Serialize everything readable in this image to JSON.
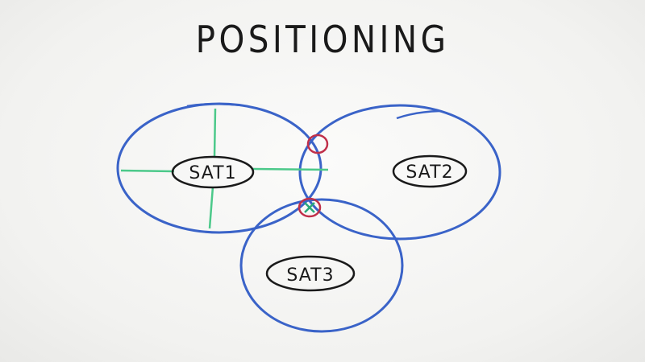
{
  "title": "POSITIONING",
  "satellites": [
    {
      "label": "SAT1"
    },
    {
      "label": "SAT2"
    },
    {
      "label": "SAT3"
    }
  ],
  "colors": {
    "background": "#f4f4f2",
    "ink": "#1a1a1a",
    "circle": "#3a63c8",
    "radius_line": "#4cc98a",
    "intersection_marker": "#c0304a",
    "position_cross": "#2aa87a"
  }
}
